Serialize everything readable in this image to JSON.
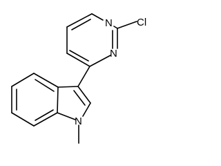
{
  "atoms": {
    "pyrimidine_n1": "N",
    "pyrimidine_n3": "N",
    "chlorine": "Cl",
    "indole_n": "N"
  }
}
